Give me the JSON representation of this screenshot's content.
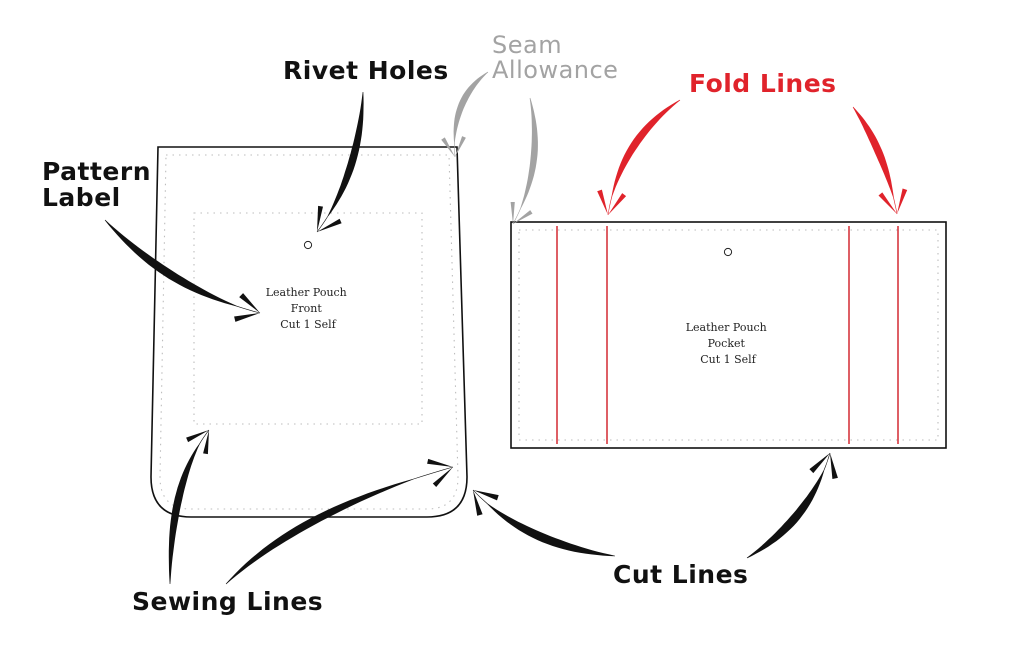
{
  "colors": {
    "cut_line": "#111111",
    "sewing_line": "#bdbdbd",
    "fold_line": "#d42a32",
    "callout_black": "#111111",
    "callout_gray": "#a3a3a3",
    "callout_red": "#e0232b",
    "background": "#ffffff"
  },
  "callouts": {
    "rivet_holes": "Rivet Holes",
    "seam_allowance": "Seam\nAllowance",
    "fold_lines": "Fold Lines",
    "pattern_label": "Pattern\nLabel",
    "sewing_lines": "Sewing Lines",
    "cut_lines": "Cut Lines"
  },
  "pieces": {
    "front": {
      "label_lines": [
        "Leather Pouch",
        "Front",
        "Cut 1 Self"
      ],
      "rivet_holes": 1
    },
    "pocket": {
      "label_lines": [
        "Leather Pouch",
        "Pocket",
        "Cut 1 Self"
      ],
      "rivet_holes": 1,
      "fold_line_count": 4
    }
  }
}
